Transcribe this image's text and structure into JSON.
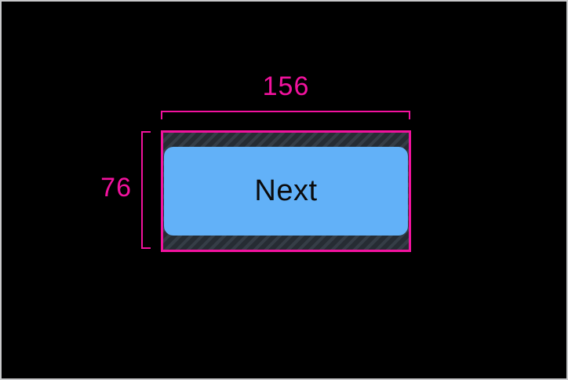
{
  "measurement": {
    "width_label": "156",
    "height_label": "76"
  },
  "button": {
    "label": "Next"
  },
  "colors": {
    "accent": "#f2129e",
    "button_fill": "#62b1f8",
    "button_text": "#0b0b0c",
    "hatch_base": "#353d46",
    "hatch_stripe": "#262c33",
    "canvas_bg": "#000000",
    "canvas_border": "#c8c9cb"
  }
}
